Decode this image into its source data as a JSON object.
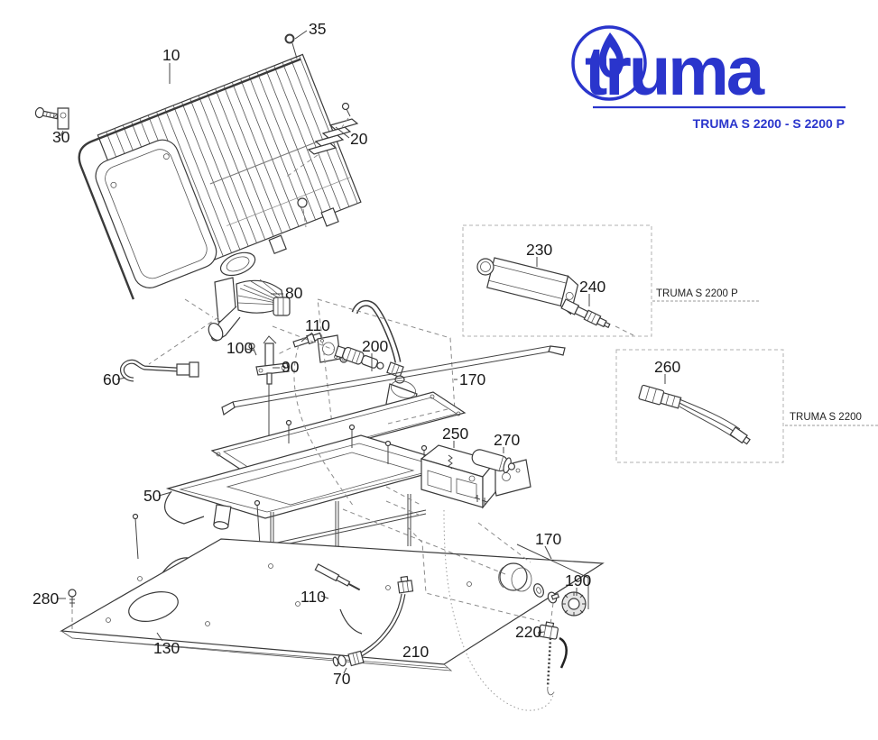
{
  "brand": {
    "logo_text": "truma",
    "model_line": "TRUMA S 2200 - S 2200 P",
    "accent_color": "#2a35cc"
  },
  "insets": [
    {
      "caption": "TRUMA S 2200 P"
    },
    {
      "caption": "TRUMA S 2200"
    }
  ],
  "diagram": {
    "part_labels": [
      {
        "text": "35"
      },
      {
        "text": "10"
      },
      {
        "text": "30"
      },
      {
        "text": "20"
      },
      {
        "text": "80"
      },
      {
        "text": "110"
      },
      {
        "text": "100"
      },
      {
        "text": "90"
      },
      {
        "text": "60"
      },
      {
        "text": "200"
      },
      {
        "text": "170"
      },
      {
        "text": "230"
      },
      {
        "text": "240"
      },
      {
        "text": "260"
      },
      {
        "text": "250"
      },
      {
        "text": "270"
      },
      {
        "text": "50"
      },
      {
        "text": "130"
      },
      {
        "text": "280"
      },
      {
        "text": "110"
      },
      {
        "text": "210"
      },
      {
        "text": "70"
      },
      {
        "text": "170"
      },
      {
        "text": "190"
      },
      {
        "text": "220"
      }
    ]
  }
}
